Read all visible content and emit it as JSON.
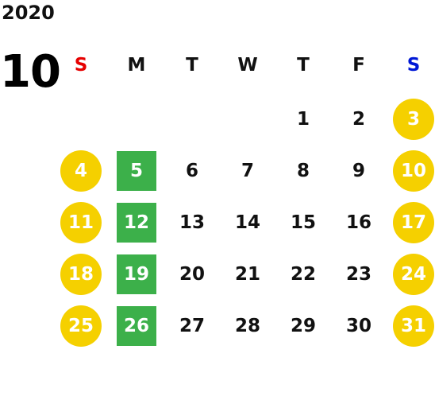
{
  "calendar": {
    "year": "2020",
    "month": "10",
    "weekdays": [
      "S",
      "M",
      "T",
      "W",
      "T",
      "F",
      "S"
    ],
    "weeks": [
      [
        {
          "day": ""
        },
        {
          "day": ""
        },
        {
          "day": ""
        },
        {
          "day": ""
        },
        {
          "day": "1"
        },
        {
          "day": "2"
        },
        {
          "day": "3",
          "style": "circle"
        }
      ],
      [
        {
          "day": "4",
          "style": "circle"
        },
        {
          "day": "5",
          "style": "square"
        },
        {
          "day": "6"
        },
        {
          "day": "7"
        },
        {
          "day": "8"
        },
        {
          "day": "9"
        },
        {
          "day": "10",
          "style": "circle"
        }
      ],
      [
        {
          "day": "11",
          "style": "circle"
        },
        {
          "day": "12",
          "style": "square"
        },
        {
          "day": "13"
        },
        {
          "day": "14"
        },
        {
          "day": "15"
        },
        {
          "day": "16"
        },
        {
          "day": "17",
          "style": "circle"
        }
      ],
      [
        {
          "day": "18",
          "style": "circle"
        },
        {
          "day": "19",
          "style": "square"
        },
        {
          "day": "20"
        },
        {
          "day": "21"
        },
        {
          "day": "22"
        },
        {
          "day": "23"
        },
        {
          "day": "24",
          "style": "circle"
        }
      ],
      [
        {
          "day": "25",
          "style": "circle"
        },
        {
          "day": "26",
          "style": "square"
        },
        {
          "day": "27"
        },
        {
          "day": "28"
        },
        {
          "day": "29"
        },
        {
          "day": "30"
        },
        {
          "day": "31",
          "style": "circle"
        }
      ]
    ]
  },
  "colors": {
    "sunday_label": "#e60000",
    "saturday_label": "#0018d6",
    "weekend_circle": "#f5d000",
    "monday_square": "#3cb04a",
    "day_text": "#111111",
    "highlight_text": "#ffffff"
  }
}
